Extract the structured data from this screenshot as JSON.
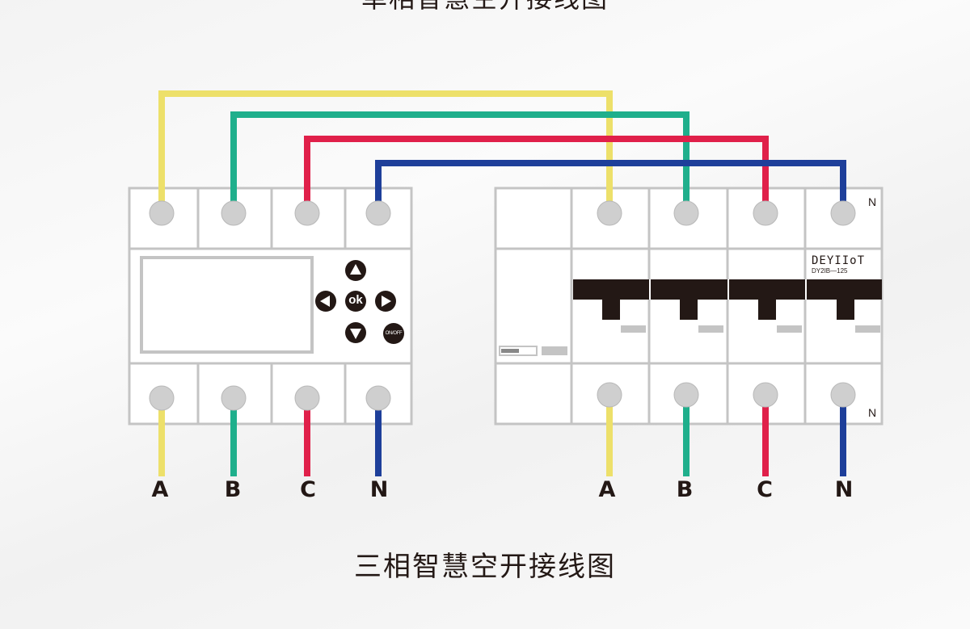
{
  "headings": {
    "top": "单相智慧空开接线图",
    "bottom": "三相智慧空开接线图"
  },
  "meter": {
    "buttons": {
      "ok": "ok",
      "power": "ON/OFF"
    },
    "icons": [
      "up-arrow-icon",
      "left-arrow-icon",
      "right-arrow-icon",
      "down-arrow-icon"
    ]
  },
  "breaker": {
    "brand": "DEYIIoT",
    "model": "DY2IB—125",
    "neutral_mark": "N"
  },
  "phases": [
    {
      "label": "A",
      "color": "#EDE06A"
    },
    {
      "label": "B",
      "color": "#1FAF8C"
    },
    {
      "label": "C",
      "color": "#E0204A"
    },
    {
      "label": "N",
      "color": "#1E3F9A"
    }
  ],
  "colors": {
    "outline": "#C4C4C4",
    "terminal": "#CFCFCF",
    "handle": "#231815",
    "text": "#231815"
  }
}
